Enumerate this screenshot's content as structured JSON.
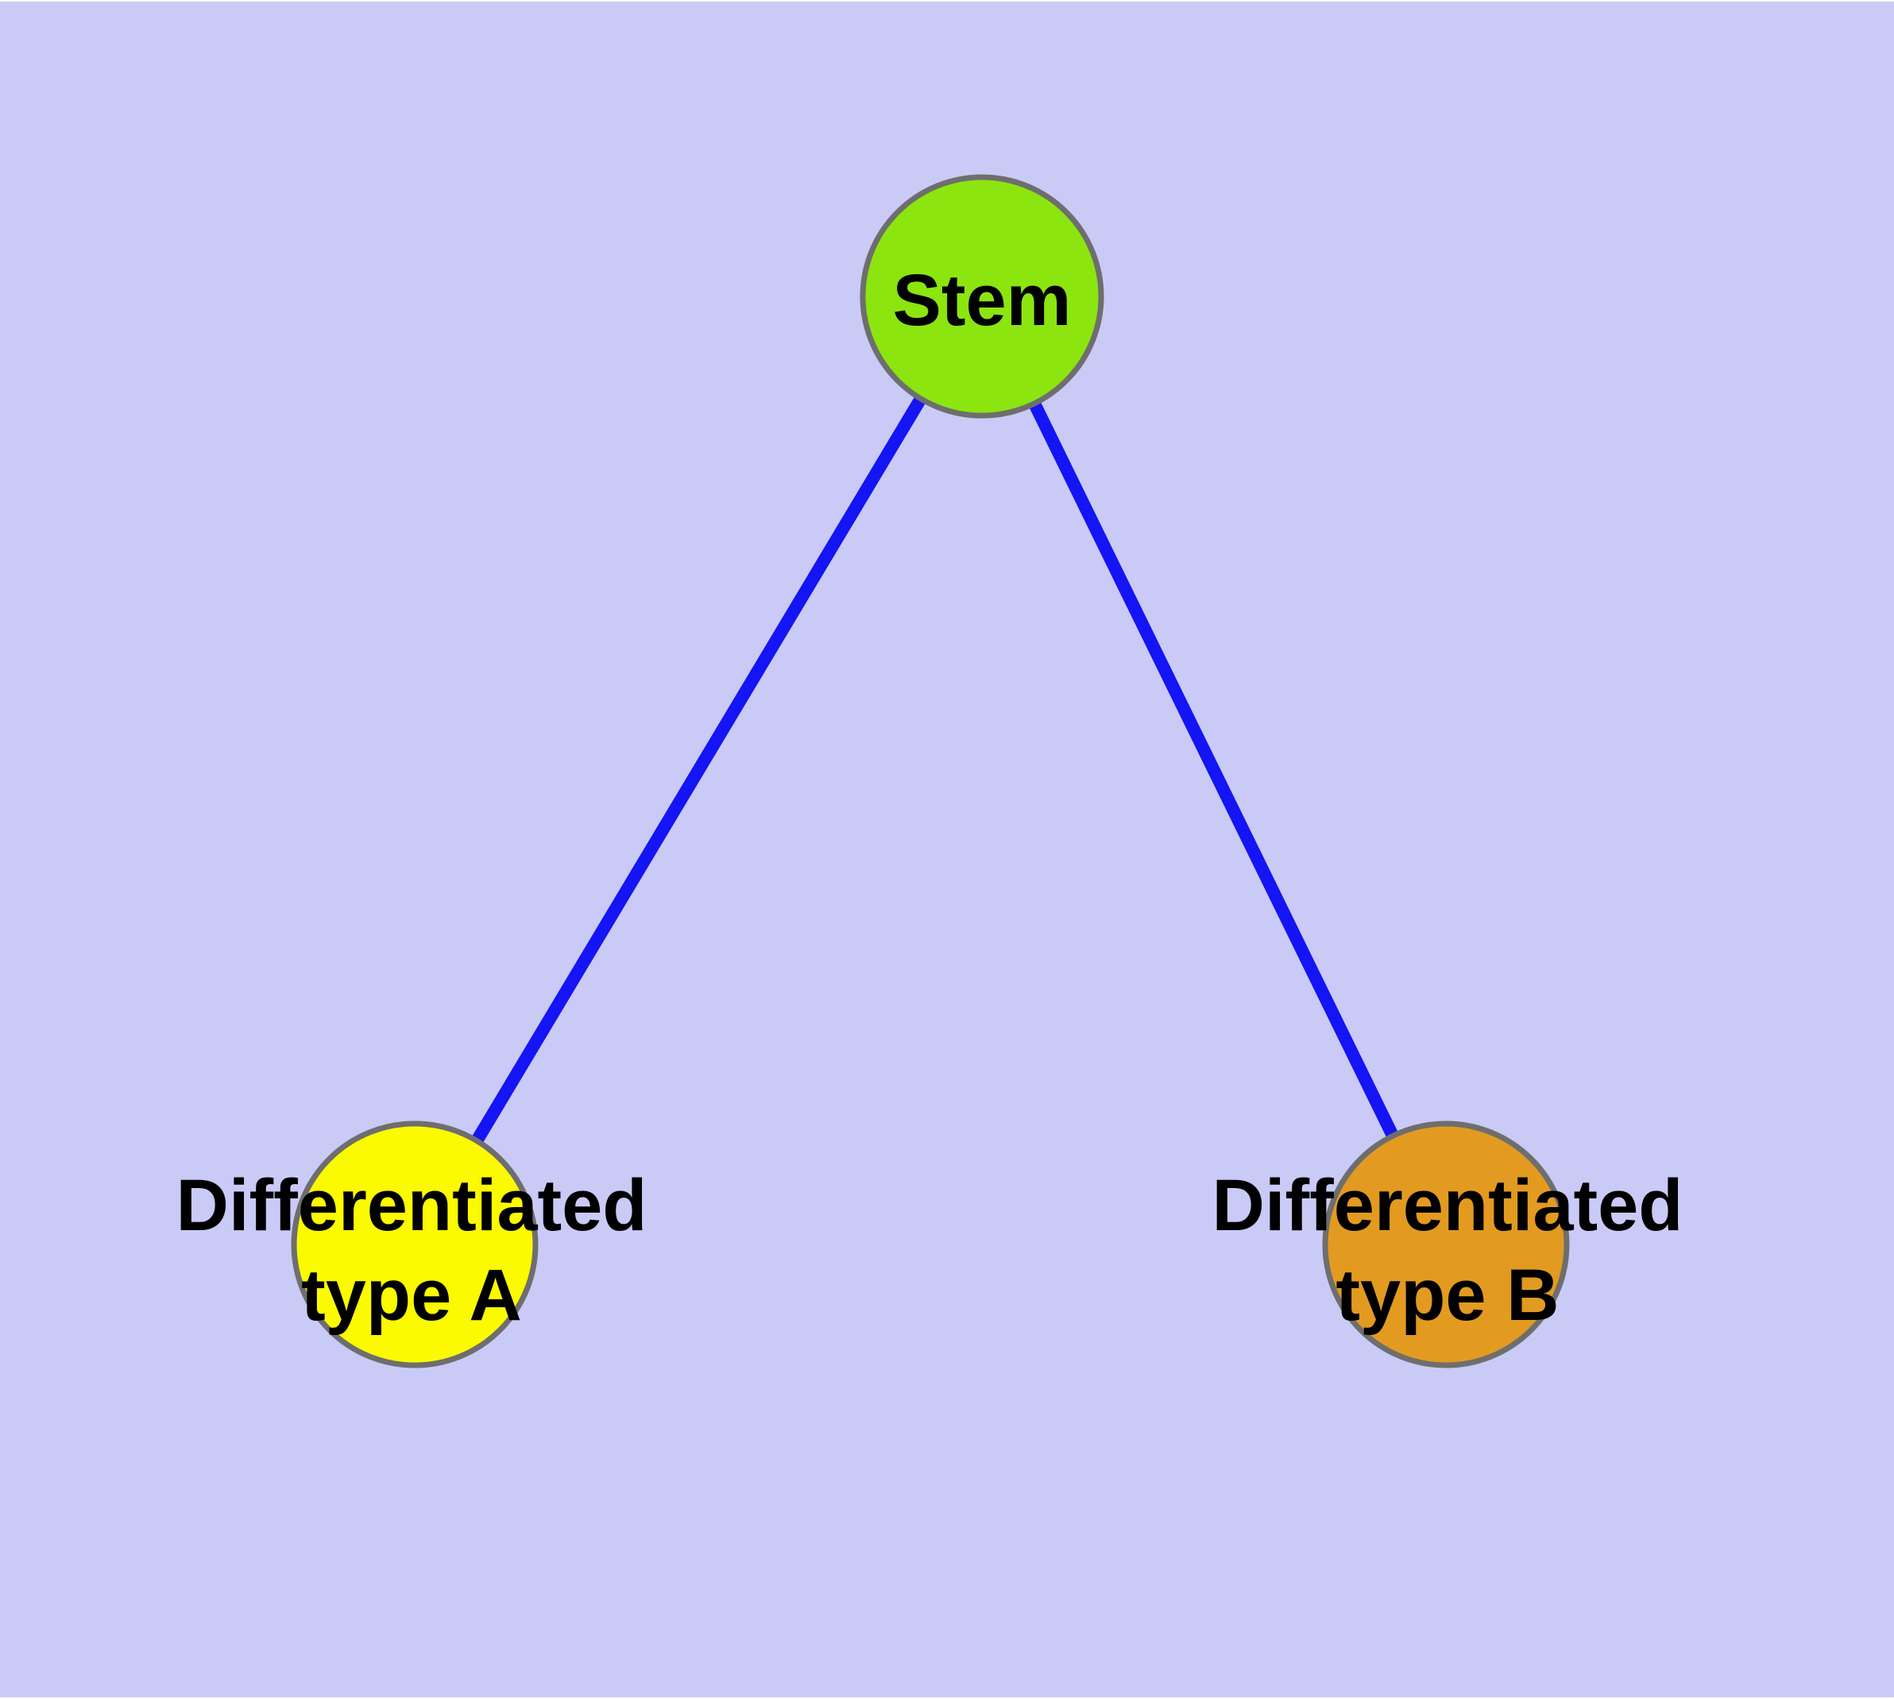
{
  "diagram": {
    "background_color": "#cacaf7",
    "canvas_margin_color": "#ffffff",
    "edge_color": "#1414f5",
    "node_border_color": "#6e6e6e",
    "label_color": "#000000",
    "nodes": {
      "stem": {
        "label": "Stem",
        "fill": "#8ce50f"
      },
      "type_a": {
        "label_line1": "Differentiated",
        "label_line2": "type A",
        "fill": "#fcfa00"
      },
      "type_b": {
        "label_line1": "Differentiated",
        "label_line2": "type B",
        "fill": "#e29b20"
      }
    },
    "edges": [
      {
        "from": "Stem",
        "to": "Differentiated type A"
      },
      {
        "from": "Stem",
        "to": "Differentiated type B"
      }
    ]
  }
}
